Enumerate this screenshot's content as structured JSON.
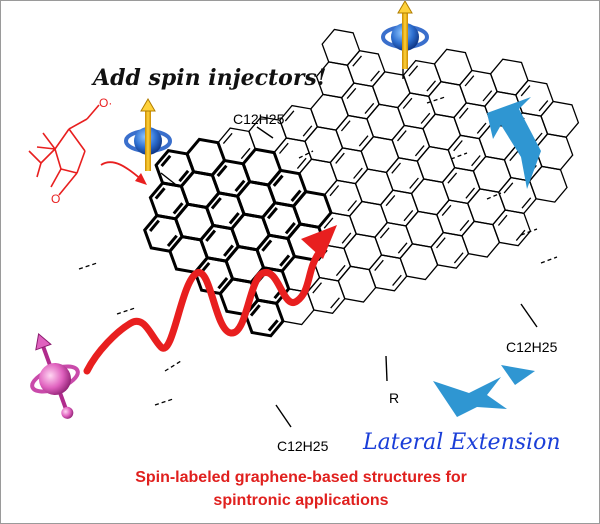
{
  "headline": "Add spin injectors!",
  "substituent_top": "C12H25",
  "substituent_right": "C12H25",
  "substituent_bottom": "C12H25",
  "r_group": "R",
  "lateral_label": "Lateral Extension",
  "caption": {
    "line1": "Spin-labeled graphene-based structures for",
    "line2": "spintronic applications"
  },
  "colors": {
    "caption": "#e0201e",
    "lateral": "#1a3ed8",
    "arrow_blue": "#2f96d2",
    "wave": "#e81f1f",
    "radical": "#e81f1f"
  },
  "icons": [
    "spin-injector-icon",
    "spin-carrier-icon",
    "nitronyl-nitroxide-icon",
    "lateral-extension-arrow-icon"
  ]
}
